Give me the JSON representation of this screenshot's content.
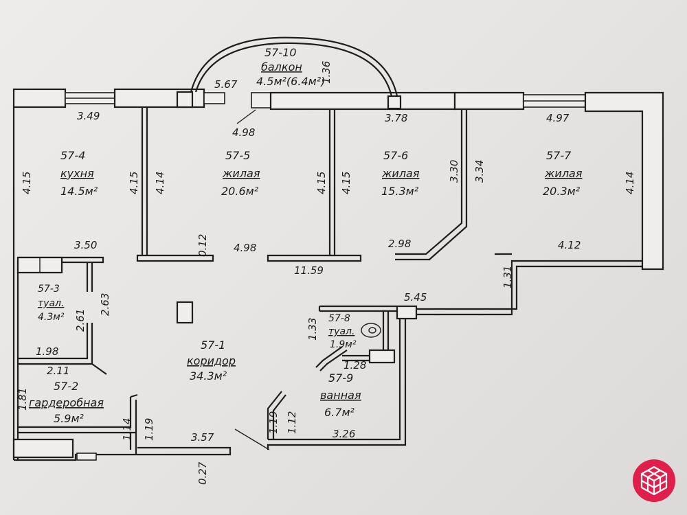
{
  "rooms": [
    {
      "id": "57-10",
      "name": "балкон",
      "area": "4.5м²(6.4м²)"
    },
    {
      "id": "57-4",
      "name": "кухня",
      "area": "14.5м²"
    },
    {
      "id": "57-5",
      "name": "жилая",
      "area": "20.6м²"
    },
    {
      "id": "57-6",
      "name": "жилая",
      "area": "15.3м²"
    },
    {
      "id": "57-7",
      "name": "жилая",
      "area": "20.3м²"
    },
    {
      "id": "57-3",
      "name": "туал.",
      "area": "4.3м²"
    },
    {
      "id": "57-1",
      "name": "коридор",
      "area": "34.3м²"
    },
    {
      "id": "57-8",
      "name": "туал.",
      "area": "1.9м²"
    },
    {
      "id": "57-9",
      "name": "ванная",
      "area": "6.7м²"
    },
    {
      "id": "57-2",
      "name": "гардеробная",
      "area": "5.9м²"
    }
  ],
  "dimensions": [
    "5.67",
    "1.36",
    "3.49",
    "4.98",
    "3.78",
    "4.97",
    "4.15",
    "4.15",
    "4.14",
    "4.15",
    "4.15",
    "3.30",
    "3.34",
    "4.14",
    "0.12",
    "3.50",
    "4.98",
    "2.98",
    "4.12",
    "11.59",
    "2.63",
    "2.61",
    "1.31",
    "5.45",
    "1.33",
    "1.98",
    "1.28",
    "2.11",
    "1.81",
    "1.14",
    "1.19",
    "1.19",
    "1.12",
    "3.57",
    "3.26",
    "0.27"
  ],
  "colors": {
    "ink": "#1e1e1e",
    "paper": "#eeeceb",
    "logo": "#e0204a"
  },
  "logo_icon": "cube-logo-icon"
}
